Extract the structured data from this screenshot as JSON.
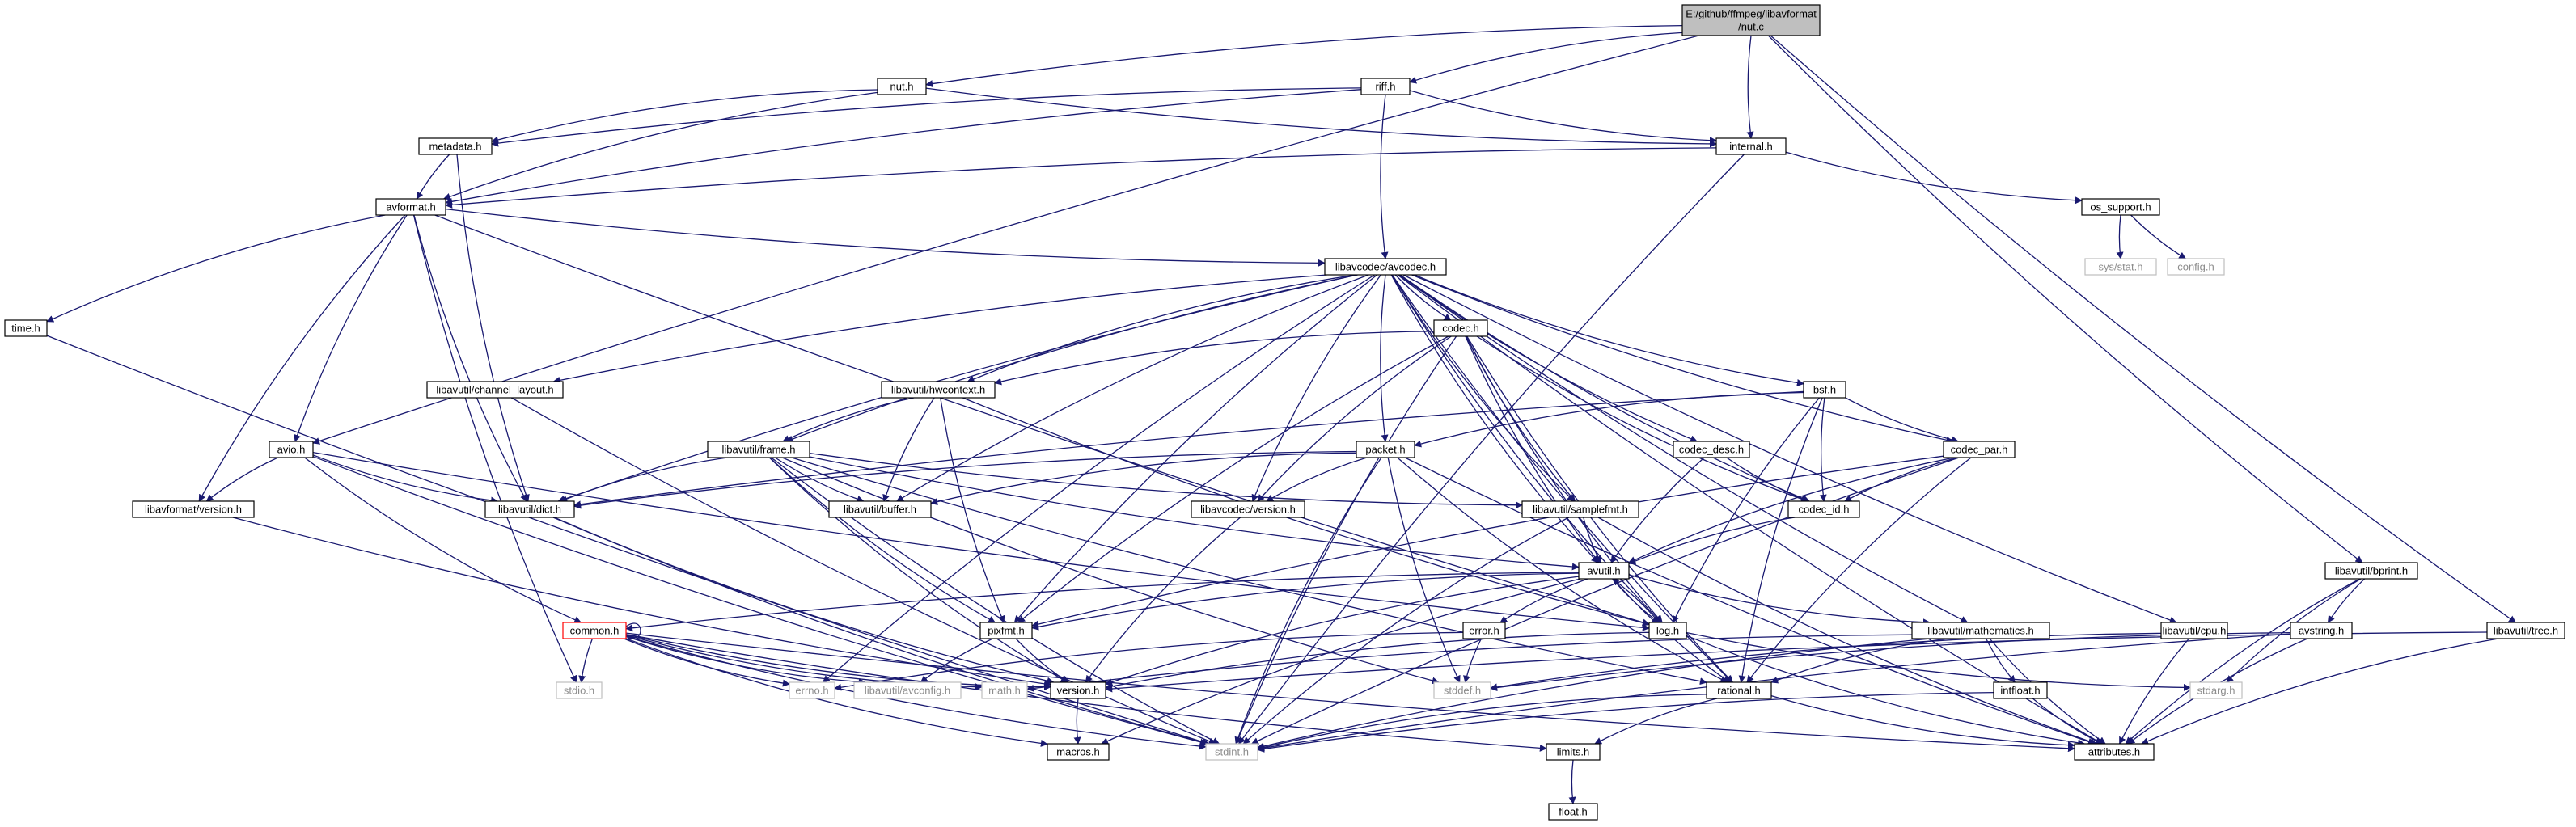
{
  "colors": {
    "edge": "#191970",
    "root_fill": "#bfbfbf",
    "node_fill": "#ffffff",
    "node_border": "#000000",
    "system_border": "#bfbfbf",
    "unresolved_border": "#ff0000"
  },
  "nodes": [
    {
      "id": "root",
      "lines": [
        "E:/github/ffmpeg/libavformat",
        "/nut.c"
      ],
      "kind": "root"
    },
    {
      "id": "nut_h",
      "lines": [
        "nut.h"
      ]
    },
    {
      "id": "riff_h",
      "lines": [
        "riff.h"
      ]
    },
    {
      "id": "metadata_h",
      "lines": [
        "metadata.h"
      ]
    },
    {
      "id": "internal_h",
      "lines": [
        "internal.h"
      ]
    },
    {
      "id": "avformat_h",
      "lines": [
        "avformat.h"
      ]
    },
    {
      "id": "os_support_h",
      "lines": [
        "os_support.h"
      ]
    },
    {
      "id": "sys_stat_h",
      "lines": [
        "sys/stat.h"
      ],
      "kind": "system"
    },
    {
      "id": "config_h",
      "lines": [
        "config.h"
      ],
      "kind": "system"
    },
    {
      "id": "avcodec_h",
      "lines": [
        "libavcodec/avcodec.h"
      ]
    },
    {
      "id": "time_h",
      "lines": [
        "time.h"
      ]
    },
    {
      "id": "codec_h",
      "lines": [
        "codec.h"
      ]
    },
    {
      "id": "channel_layout_h",
      "lines": [
        "libavutil/channel_layout.h"
      ]
    },
    {
      "id": "hwcontext_h",
      "lines": [
        "libavutil/hwcontext.h"
      ]
    },
    {
      "id": "bsf_h",
      "lines": [
        "bsf.h"
      ]
    },
    {
      "id": "avio_h",
      "lines": [
        "avio.h"
      ]
    },
    {
      "id": "frame_h",
      "lines": [
        "libavutil/frame.h"
      ]
    },
    {
      "id": "packet_h",
      "lines": [
        "packet.h"
      ]
    },
    {
      "id": "codec_desc_h",
      "lines": [
        "codec_desc.h"
      ]
    },
    {
      "id": "codec_par_h",
      "lines": [
        "codec_par.h"
      ]
    },
    {
      "id": "lavf_version_h",
      "lines": [
        "libavformat/version.h"
      ]
    },
    {
      "id": "dict_h",
      "lines": [
        "libavutil/dict.h"
      ]
    },
    {
      "id": "buffer_h",
      "lines": [
        "libavutil/buffer.h"
      ]
    },
    {
      "id": "lavc_version_h",
      "lines": [
        "libavcodec/version.h"
      ]
    },
    {
      "id": "samplefmt_h",
      "lines": [
        "libavutil/samplefmt.h"
      ]
    },
    {
      "id": "codec_id_h",
      "lines": [
        "codec_id.h"
      ]
    },
    {
      "id": "avutil_h",
      "lines": [
        "avutil.h"
      ]
    },
    {
      "id": "bprint_h",
      "lines": [
        "libavutil/bprint.h"
      ]
    },
    {
      "id": "common_h",
      "lines": [
        "common.h"
      ],
      "kind": "unresolved"
    },
    {
      "id": "pixfmt_h",
      "lines": [
        "pixfmt.h"
      ]
    },
    {
      "id": "error_h",
      "lines": [
        "error.h"
      ]
    },
    {
      "id": "log_h",
      "lines": [
        "log.h"
      ]
    },
    {
      "id": "mathematics_h",
      "lines": [
        "libavutil/mathematics.h"
      ]
    },
    {
      "id": "cpu_h",
      "lines": [
        "libavutil/cpu.h"
      ]
    },
    {
      "id": "avstring_h",
      "lines": [
        "avstring.h"
      ]
    },
    {
      "id": "tree_h",
      "lines": [
        "libavutil/tree.h"
      ]
    },
    {
      "id": "stdio_h",
      "lines": [
        "stdio.h"
      ],
      "kind": "system"
    },
    {
      "id": "errno_h",
      "lines": [
        "errno.h"
      ],
      "kind": "system"
    },
    {
      "id": "avconfig_h",
      "lines": [
        "libavutil/avconfig.h"
      ],
      "kind": "system"
    },
    {
      "id": "math_h",
      "lines": [
        "math.h"
      ],
      "kind": "system"
    },
    {
      "id": "version_h",
      "lines": [
        "version.h"
      ]
    },
    {
      "id": "stddef_h",
      "lines": [
        "stddef.h"
      ],
      "kind": "system"
    },
    {
      "id": "rational_h",
      "lines": [
        "rational.h"
      ]
    },
    {
      "id": "intfloat_h",
      "lines": [
        "intfloat.h"
      ]
    },
    {
      "id": "stdarg_h",
      "lines": [
        "stdarg.h"
      ],
      "kind": "system"
    },
    {
      "id": "macros_h",
      "lines": [
        "macros.h"
      ]
    },
    {
      "id": "stdint_h",
      "lines": [
        "stdint.h"
      ],
      "kind": "system"
    },
    {
      "id": "limits_h",
      "lines": [
        "limits.h"
      ]
    },
    {
      "id": "attributes_h",
      "lines": [
        "attributes.h"
      ]
    },
    {
      "id": "float_h",
      "lines": [
        "float.h"
      ]
    }
  ],
  "edges": [
    [
      "root",
      "nut_h"
    ],
    [
      "root",
      "riff_h"
    ],
    [
      "root",
      "internal_h"
    ],
    [
      "root",
      "avio_h"
    ],
    [
      "root",
      "bprint_h"
    ],
    [
      "root",
      "tree_h"
    ],
    [
      "nut_h",
      "avformat_h"
    ],
    [
      "nut_h",
      "internal_h"
    ],
    [
      "nut_h",
      "metadata_h"
    ],
    [
      "riff_h",
      "avcodec_h"
    ],
    [
      "riff_h",
      "avformat_h"
    ],
    [
      "riff_h",
      "internal_h"
    ],
    [
      "riff_h",
      "metadata_h"
    ],
    [
      "metadata_h",
      "avformat_h"
    ],
    [
      "metadata_h",
      "dict_h"
    ],
    [
      "internal_h",
      "avformat_h"
    ],
    [
      "internal_h",
      "os_support_h"
    ],
    [
      "internal_h",
      "stdint_h"
    ],
    [
      "os_support_h",
      "sys_stat_h"
    ],
    [
      "os_support_h",
      "config_h"
    ],
    [
      "avformat_h",
      "time_h"
    ],
    [
      "avformat_h",
      "stdio_h"
    ],
    [
      "avformat_h",
      "avcodec_h"
    ],
    [
      "avformat_h",
      "dict_h"
    ],
    [
      "avformat_h",
      "avio_h"
    ],
    [
      "avformat_h",
      "lavf_version_h"
    ],
    [
      "avformat_h",
      "log_h"
    ],
    [
      "time_h",
      "stdint_h"
    ],
    [
      "avcodec_h",
      "errno_h"
    ],
    [
      "avcodec_h",
      "samplefmt_h"
    ],
    [
      "avcodec_h",
      "attributes_h"
    ],
    [
      "avcodec_h",
      "avutil_h"
    ],
    [
      "avcodec_h",
      "buffer_h"
    ],
    [
      "avcodec_h",
      "cpu_h"
    ],
    [
      "avcodec_h",
      "channel_layout_h"
    ],
    [
      "avcodec_h",
      "dict_h"
    ],
    [
      "avcodec_h",
      "frame_h"
    ],
    [
      "avcodec_h",
      "log_h"
    ],
    [
      "avcodec_h",
      "pixfmt_h"
    ],
    [
      "avcodec_h",
      "rational_h"
    ],
    [
      "avcodec_h",
      "codec_h"
    ],
    [
      "avcodec_h",
      "codec_desc_h"
    ],
    [
      "avcodec_h",
      "codec_id_h"
    ],
    [
      "avcodec_h",
      "packet_h"
    ],
    [
      "avcodec_h",
      "lavc_version_h"
    ],
    [
      "avcodec_h",
      "bsf_h"
    ],
    [
      "avcodec_h",
      "codec_par_h"
    ],
    [
      "avcodec_h",
      "hwcontext_h"
    ],
    [
      "avcodec_h",
      "mathematics_h"
    ],
    [
      "channel_layout_h",
      "stdint_h"
    ],
    [
      "codec_h",
      "stdint_h"
    ],
    [
      "codec_h",
      "avutil_h"
    ],
    [
      "codec_h",
      "hwcontext_h"
    ],
    [
      "codec_h",
      "log_h"
    ],
    [
      "codec_h",
      "pixfmt_h"
    ],
    [
      "codec_h",
      "rational_h"
    ],
    [
      "codec_h",
      "samplefmt_h"
    ],
    [
      "codec_h",
      "codec_id_h"
    ],
    [
      "codec_h",
      "lavc_version_h"
    ],
    [
      "hwcontext_h",
      "buffer_h"
    ],
    [
      "hwcontext_h",
      "frame_h"
    ],
    [
      "hwcontext_h",
      "log_h"
    ],
    [
      "hwcontext_h",
      "pixfmt_h"
    ],
    [
      "bsf_h",
      "dict_h"
    ],
    [
      "bsf_h",
      "log_h"
    ],
    [
      "bsf_h",
      "rational_h"
    ],
    [
      "bsf_h",
      "codec_id_h"
    ],
    [
      "bsf_h",
      "codec_par_h"
    ],
    [
      "bsf_h",
      "packet_h"
    ],
    [
      "avio_h",
      "stdint_h"
    ],
    [
      "avio_h",
      "common_h"
    ],
    [
      "avio_h",
      "dict_h"
    ],
    [
      "avio_h",
      "log_h"
    ],
    [
      "avio_h",
      "lavf_version_h"
    ],
    [
      "frame_h",
      "stddef_h"
    ],
    [
      "frame_h",
      "stdint_h"
    ],
    [
      "frame_h",
      "avutil_h"
    ],
    [
      "frame_h",
      "buffer_h"
    ],
    [
      "frame_h",
      "dict_h"
    ],
    [
      "frame_h",
      "rational_h"
    ],
    [
      "frame_h",
      "samplefmt_h"
    ],
    [
      "frame_h",
      "pixfmt_h"
    ],
    [
      "frame_h",
      "version_h"
    ],
    [
      "packet_h",
      "stddef_h"
    ],
    [
      "packet_h",
      "stdint_h"
    ],
    [
      "packet_h",
      "attributes_h"
    ],
    [
      "packet_h",
      "buffer_h"
    ],
    [
      "packet_h",
      "dict_h"
    ],
    [
      "packet_h",
      "rational_h"
    ],
    [
      "packet_h",
      "lavc_version_h"
    ],
    [
      "codec_desc_h",
      "avutil_h"
    ],
    [
      "codec_desc_h",
      "codec_id_h"
    ],
    [
      "codec_par_h",
      "stdint_h"
    ],
    [
      "codec_par_h",
      "avutil_h"
    ],
    [
      "codec_par_h",
      "rational_h"
    ],
    [
      "codec_par_h",
      "pixfmt_h"
    ],
    [
      "codec_par_h",
      "codec_id_h"
    ],
    [
      "dict_h",
      "stdint_h"
    ],
    [
      "dict_h",
      "version_h"
    ],
    [
      "lavf_version_h",
      "version_h"
    ],
    [
      "lavc_version_h",
      "version_h"
    ],
    [
      "samplefmt_h",
      "avutil_h"
    ],
    [
      "samplefmt_h",
      "attributes_h"
    ],
    [
      "samplefmt_h",
      "stdint_h"
    ],
    [
      "codec_id_h",
      "avutil_h"
    ],
    [
      "avutil_h",
      "common_h"
    ],
    [
      "avutil_h",
      "error_h"
    ],
    [
      "avutil_h",
      "rational_h"
    ],
    [
      "avutil_h",
      "version_h"
    ],
    [
      "avutil_h",
      "macros_h"
    ],
    [
      "avutil_h",
      "mathematics_h"
    ],
    [
      "avutil_h",
      "log_h"
    ],
    [
      "avutil_h",
      "pixfmt_h"
    ],
    [
      "bprint_h",
      "stdarg_h"
    ],
    [
      "bprint_h",
      "attributes_h"
    ],
    [
      "bprint_h",
      "avstring_h"
    ],
    [
      "common_h",
      "errno_h"
    ],
    [
      "common_h",
      "stdio_h"
    ],
    [
      "common_h",
      "math_h"
    ],
    [
      "common_h",
      "limits_h"
    ],
    [
      "common_h",
      "stdint_h"
    ],
    [
      "common_h",
      "attributes_h"
    ],
    [
      "common_h",
      "avconfig_h"
    ],
    [
      "common_h",
      "macros_h"
    ],
    [
      "common_h",
      "version_h"
    ],
    [
      "common_h",
      "common_h"
    ],
    [
      "pixfmt_h",
      "avconfig_h"
    ],
    [
      "pixfmt_h",
      "version_h"
    ],
    [
      "error_h",
      "errno_h"
    ],
    [
      "error_h",
      "stddef_h"
    ],
    [
      "log_h",
      "stdarg_h"
    ],
    [
      "log_h",
      "avutil_h"
    ],
    [
      "log_h",
      "attributes_h"
    ],
    [
      "log_h",
      "version_h"
    ],
    [
      "mathematics_h",
      "stdint_h"
    ],
    [
      "mathematics_h",
      "math_h"
    ],
    [
      "mathematics_h",
      "attributes_h"
    ],
    [
      "mathematics_h",
      "rational_h"
    ],
    [
      "mathematics_h",
      "intfloat_h"
    ],
    [
      "cpu_h",
      "attributes_h"
    ],
    [
      "cpu_h",
      "stddef_h"
    ],
    [
      "avstring_h",
      "stddef_h"
    ],
    [
      "avstring_h",
      "stdint_h"
    ],
    [
      "avstring_h",
      "attributes_h"
    ],
    [
      "tree_h",
      "attributes_h"
    ],
    [
      "tree_h",
      "version_h"
    ],
    [
      "version_h",
      "macros_h"
    ],
    [
      "rational_h",
      "stdint_h"
    ],
    [
      "rational_h",
      "limits_h"
    ],
    [
      "rational_h",
      "attributes_h"
    ],
    [
      "intfloat_h",
      "stdint_h"
    ],
    [
      "intfloat_h",
      "attributes_h"
    ],
    [
      "limits_h",
      "float_h"
    ]
  ]
}
